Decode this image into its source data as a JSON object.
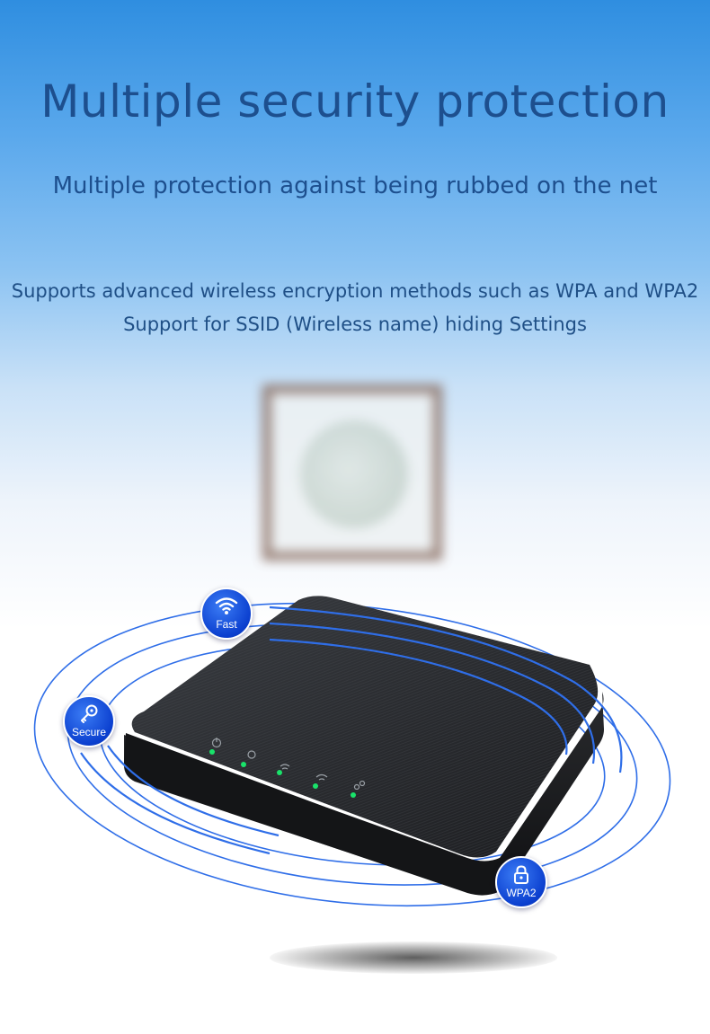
{
  "header": {
    "title": "Multiple security protection",
    "subtitle": "Multiple protection against being rubbed on the net"
  },
  "features": [
    "Supports advanced wireless encryption methods such as WPA and WPA2",
    "Support for SSID (Wireless name) hiding Settings"
  ],
  "badges": {
    "fast": {
      "label": "Fast",
      "icon": "wifi-icon"
    },
    "secure": {
      "label": "Secure",
      "icon": "key-icon"
    },
    "wpa2": {
      "label": "WPA2",
      "icon": "lock-icon"
    }
  },
  "colors": {
    "title": "#1d4f8e",
    "badge": "#0b3fcf",
    "led": "#19e36a",
    "orbit": "#2f6ee8"
  }
}
